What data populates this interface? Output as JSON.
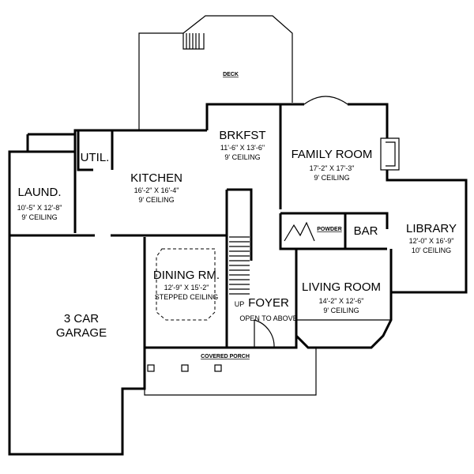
{
  "rooms": {
    "deck": {
      "name": "DECK"
    },
    "util": {
      "name": "UTIL."
    },
    "laundry": {
      "name": "LAUND.",
      "size": "10'-5\" X 12'-8\"",
      "ceiling": "9' CEILING"
    },
    "kitchen": {
      "name": "KITCHEN",
      "size": "16'-2\" X 16'-4\"",
      "ceiling": "9' CEILING"
    },
    "breakfast": {
      "name": "BRKFST",
      "size": "11'-6\" X 13'-6\"",
      "ceiling": "9' CEILING"
    },
    "family_room": {
      "name": "FAMILY ROOM",
      "size": "17'-2\" X 17'-3\"",
      "ceiling": "9' CEILING"
    },
    "powder": {
      "name": "POWDER"
    },
    "bar": {
      "name": "BAR"
    },
    "library": {
      "name": "LIBRARY",
      "size": "12'-0\" X 16'-9\"",
      "ceiling": "10' CEILING"
    },
    "dining": {
      "name": "DINING RM.",
      "size": "12'-9\" X 15'-2\"",
      "ceiling": "STEPPED CEILING"
    },
    "foyer": {
      "name": "FOYER",
      "note": "OPEN TO ABOVE",
      "stair": "UP"
    },
    "living_room": {
      "name": "LIVING ROOM",
      "size": "14'-2\" X 12'-6\"",
      "ceiling": "9' CEILING"
    },
    "garage": {
      "name_line1": "3 CAR",
      "name_line2": "GARAGE"
    },
    "porch": {
      "name": "COVERED PORCH"
    }
  }
}
